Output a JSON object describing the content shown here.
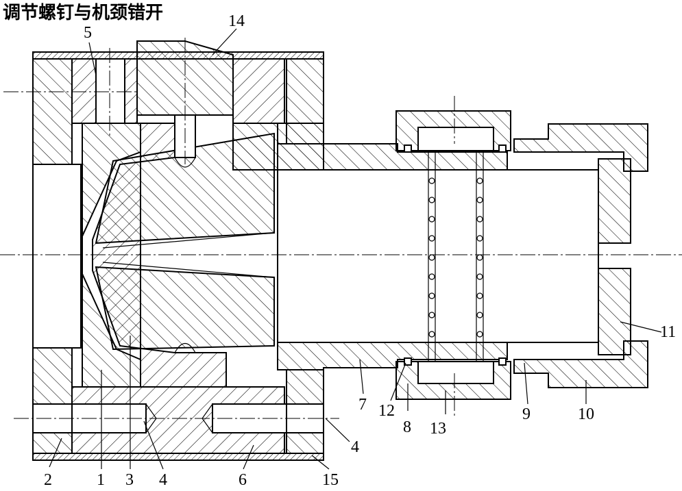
{
  "title": "调节螺钉与机颈错开",
  "labels": {
    "l1": "1",
    "l2": "2",
    "l3": "3",
    "l4a": "4",
    "l4b": "4",
    "l5": "5",
    "l6": "6",
    "l7": "7",
    "l8": "8",
    "l9": "9",
    "l10": "10",
    "l11": "11",
    "l12": "12",
    "l13": "13",
    "l14": "14",
    "l15": "15"
  }
}
